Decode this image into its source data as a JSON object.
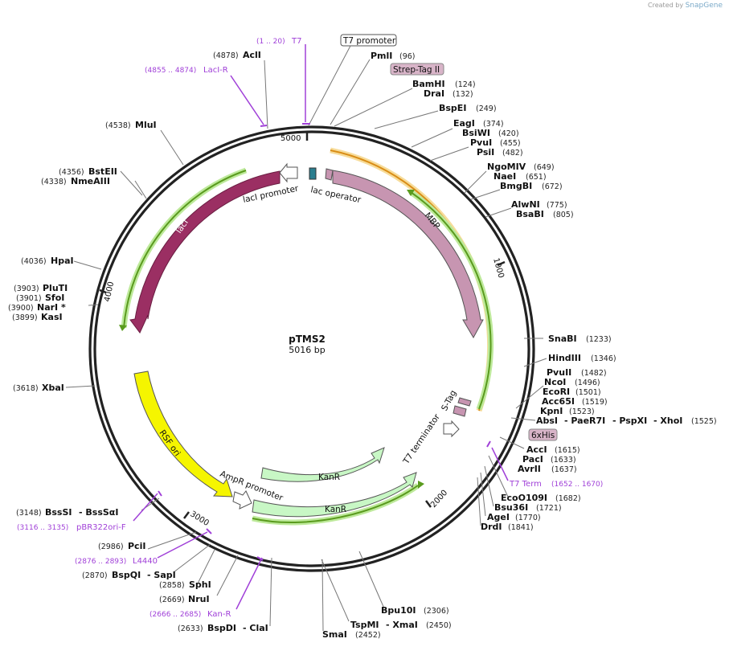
{
  "brand": {
    "prefix": "Created by",
    "name": "SnapGene"
  },
  "plasmid": {
    "name": "pTMS2",
    "length": "5016 bp"
  },
  "ticks": [
    "1000",
    "2000",
    "3000",
    "4000",
    "5000"
  ],
  "sites": [
    {
      "id": "pmli",
      "name": "PmlI",
      "pos": "(96)"
    },
    {
      "id": "bamhi",
      "name": "BamHI",
      "pos": "(124)"
    },
    {
      "id": "drai",
      "name": "DraI",
      "pos": "(132)"
    },
    {
      "id": "bspei",
      "name": "BspEI",
      "pos": "(249)"
    },
    {
      "id": "eagi",
      "name": "EagI",
      "pos": "(374)"
    },
    {
      "id": "bsiwi",
      "name": "BsiWI",
      "pos": "(420)"
    },
    {
      "id": "pvui",
      "name": "PvuI",
      "pos": "(455)"
    },
    {
      "id": "psii",
      "name": "PsiI",
      "pos": "(482)"
    },
    {
      "id": "ngomiv",
      "name": "NgoMIV",
      "pos": "(649)"
    },
    {
      "id": "naei",
      "name": "NaeI",
      "pos": "(651)"
    },
    {
      "id": "bmgbi",
      "name": "BmgBI",
      "pos": "(672)"
    },
    {
      "id": "alwni",
      "name": "AlwNI",
      "pos": "(775)"
    },
    {
      "id": "bsabi",
      "name": "BsaBI",
      "pos": "(805)"
    },
    {
      "id": "snabi",
      "name": "SnaBI",
      "pos": "(1233)"
    },
    {
      "id": "hindiii",
      "name": "HindIII",
      "pos": "(1346)"
    },
    {
      "id": "pvuii",
      "name": "PvuII",
      "pos": "(1482)"
    },
    {
      "id": "ncoi",
      "name": "NcoI",
      "pos": "(1496)"
    },
    {
      "id": "ecori",
      "name": "EcoRI",
      "pos": "(1501)"
    },
    {
      "id": "acc65i",
      "name": "Acc65I",
      "pos": "(1519)"
    },
    {
      "id": "kpni",
      "name": "KpnI",
      "pos": "(1523)"
    },
    {
      "id": "absi",
      "name": "AbsI",
      "pos": "(1525)"
    },
    {
      "id": "acci",
      "name": "AccI",
      "pos": "(1615)"
    },
    {
      "id": "paci",
      "name": "PacI",
      "pos": "(1633)"
    },
    {
      "id": "avrii",
      "name": "AvrII",
      "pos": "(1637)"
    },
    {
      "id": "ecoo109i",
      "name": "EcoO109I",
      "pos": "(1682)"
    },
    {
      "id": "bsu36i",
      "name": "Bsu36I",
      "pos": "(1721)"
    },
    {
      "id": "agei",
      "name": "AgeI",
      "pos": "(1770)"
    },
    {
      "id": "drdi",
      "name": "DrdI",
      "pos": "(1841)"
    },
    {
      "id": "bpu10i",
      "name": "Bpu10I",
      "pos": "(2306)"
    },
    {
      "id": "smai",
      "name": "SmaI",
      "pos": "(2452)"
    },
    {
      "id": "tspmi",
      "name": "TspMI",
      "pos": "(2450)"
    },
    {
      "id": "bspdi",
      "name": "BspDI",
      "pos": "(2633)"
    },
    {
      "id": "nrui",
      "name": "NruI",
      "pos": "(2669)"
    },
    {
      "id": "sphi",
      "name": "SphI",
      "pos": "(2858)"
    },
    {
      "id": "bspqi",
      "name": "BspQI",
      "pos": "(2870)"
    },
    {
      "id": "pcii",
      "name": "PciI",
      "pos": "(2986)"
    },
    {
      "id": "bsssi",
      "name": "BssSI",
      "pos": "(3148)"
    },
    {
      "id": "xbai",
      "name": "XbaI",
      "pos": "(3618)"
    },
    {
      "id": "kasi",
      "name": "KasI",
      "pos": "(3899)"
    },
    {
      "id": "nari",
      "name": "NarI *",
      "pos": "(3900)"
    },
    {
      "id": "sfoi",
      "name": "SfoI",
      "pos": "(3901)"
    },
    {
      "id": "pluti",
      "name": "PluTI",
      "pos": "(3903)"
    },
    {
      "id": "hpai",
      "name": "HpaI",
      "pos": "(4036)"
    },
    {
      "id": "nmeaiii",
      "name": "NmeAIII",
      "pos": "(4338)"
    },
    {
      "id": "bsteii",
      "name": "BstEII",
      "pos": "(4356)"
    },
    {
      "id": "mlui",
      "name": "MluI",
      "pos": "(4538)"
    },
    {
      "id": "acli",
      "name": "AclI",
      "pos": "(4878)"
    }
  ],
  "site_extras": {
    "absi_rest": [
      "- PaeR7I",
      "- PspXI",
      "- XhoI"
    ],
    "smai_rest": "- XmaI",
    "bspdi_rest": "- ClaI",
    "bspqi_rest": "- SapI",
    "bsssi_rest": "- BssSαI"
  },
  "primers": [
    {
      "id": "t7",
      "name": "T7",
      "range": "(1 .. 20)"
    },
    {
      "id": "lacir",
      "name": "LacI-R",
      "range": "(4855 .. 4874)"
    },
    {
      "id": "t7term",
      "name": "T7 Term",
      "range": "(1652 .. 1670)"
    },
    {
      "id": "pbr322",
      "name": "pBR322ori-F",
      "range": "(3116 .. 3135)"
    },
    {
      "id": "l4440",
      "name": "L4440",
      "range": "(2876 .. 2893)"
    },
    {
      "id": "kanr",
      "name": "Kan-R",
      "range": "(2666 .. 2685)"
    }
  ],
  "boxed_labels": {
    "t7_promoter": "T7 promoter",
    "strep_tag": "Strep-Tag II",
    "his_tag": "6xHis"
  },
  "features": {
    "laci_promoter": "lacI promoter",
    "lac_operator": "lac operator",
    "laci": "lacI",
    "mbp": "MBP",
    "s_tag": "S-Tag",
    "t7_terminator": "T7 terminator",
    "kanr1": "KanR",
    "kanr2": "KanR",
    "ampr_promoter": "AmpR promoter",
    "rsf_ori": "RSF ori"
  },
  "colors": {
    "laci": "#9b2f63",
    "mbp": "#c795b1",
    "rsf_ori": "#f5f500",
    "kanr": "#c8f7c5",
    "orf_green": "#5a9b1e",
    "orf_orange": "#d98d16",
    "primer": "#a040d8",
    "lac_operator": "#2a7e8f"
  }
}
